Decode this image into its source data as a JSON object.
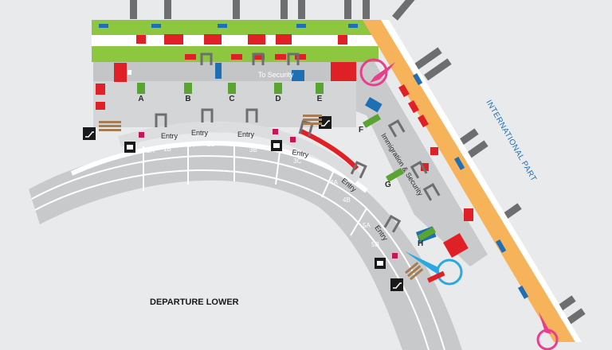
{
  "map": {
    "area_label": "DEPARTURE LOWER",
    "wing_label": "INTERNATIONAL PART",
    "to_security": "To Security",
    "immigration_security": "Immigration & Security",
    "entry_label": "Entry",
    "zones": [
      "A",
      "B",
      "C",
      "D",
      "E",
      "F",
      "G",
      "H"
    ],
    "check_in_rows": [
      "1A",
      "1B",
      "2A",
      "2B",
      "3A",
      "3B",
      "3C",
      "4A",
      "4B",
      "5A",
      "5B"
    ],
    "colors": {
      "background": "#e9eaec",
      "pier_green": "#8dc63f",
      "international_orange": "#f7b35a",
      "shop_red": "#e02027",
      "info_blue": "#1f6fb5",
      "road_gray": "#c8c9cb",
      "building_gray": "#b5b6b8",
      "marker_pink": "#e83e8c",
      "marker_blue": "#29a9e0"
    },
    "icons": [
      "escalator-icon",
      "elevator-icon",
      "location-marker-icon"
    ]
  }
}
